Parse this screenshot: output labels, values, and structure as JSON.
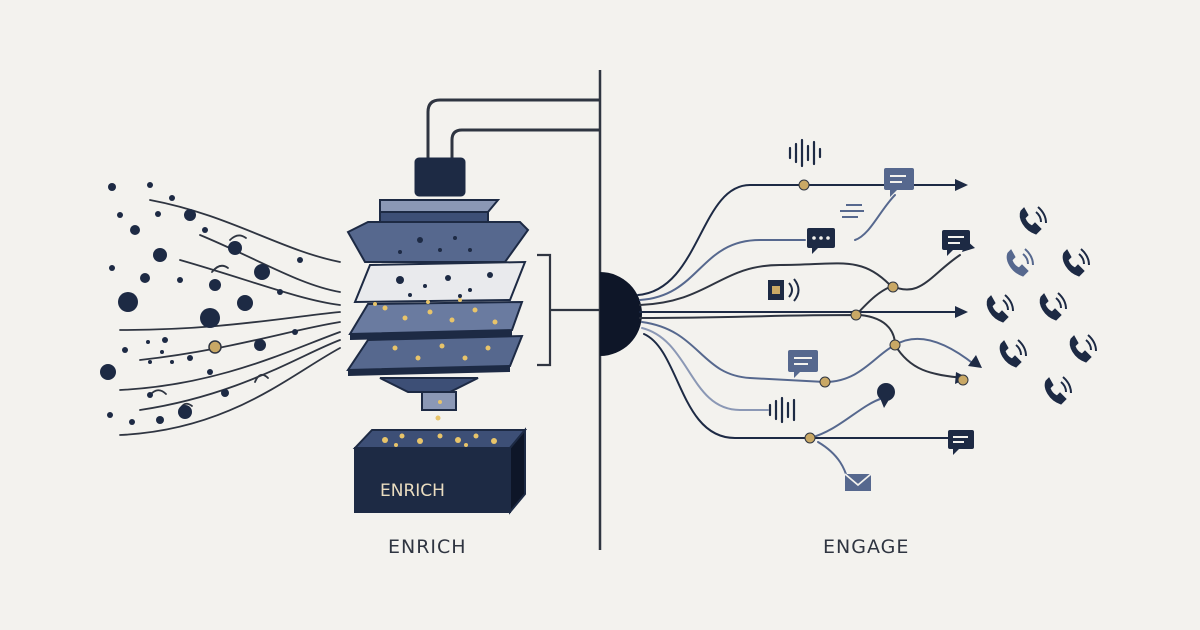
{
  "labels": {
    "box_label": "ENRICH",
    "enrich_caption": "ENRICH",
    "engage_caption": "ENGAGE"
  },
  "colors": {
    "background": "#f3f2ee",
    "navy": "#1d2a44",
    "slate": "#56688e",
    "line": "#2f3541",
    "gold": "#c9a865",
    "glow": "#e8c46a"
  },
  "icons": [
    "waveform-icon",
    "chat-bubble-icon",
    "text-lines-icon",
    "speaker-icon",
    "envelope-icon",
    "location-pin-icon",
    "phone-icon"
  ]
}
